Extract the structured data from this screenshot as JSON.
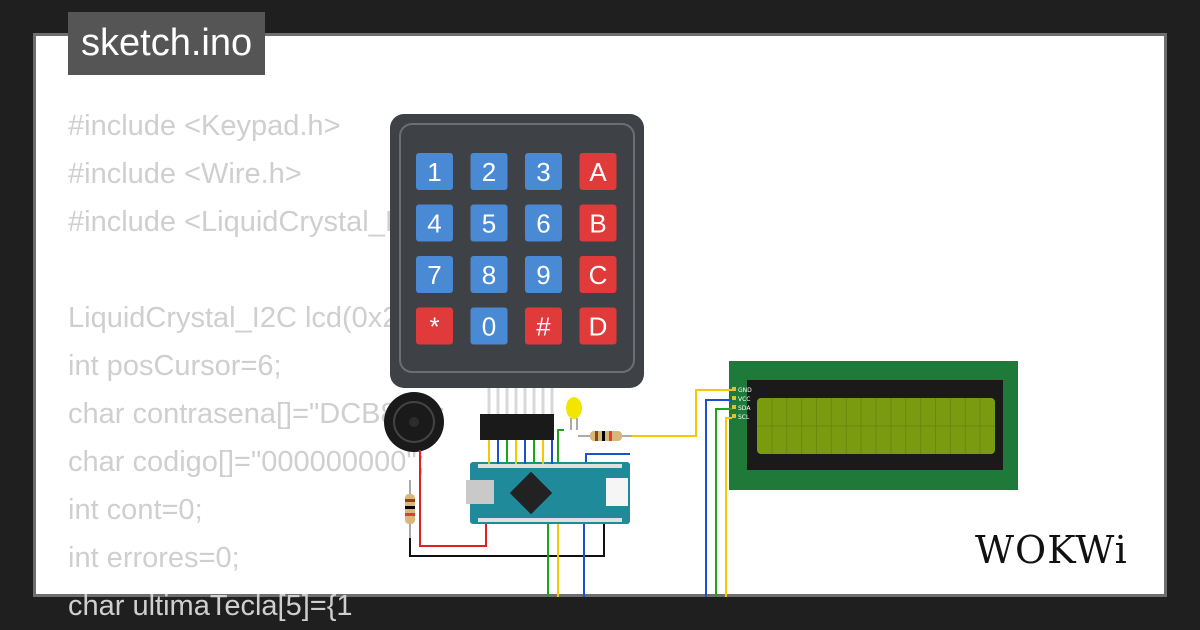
{
  "project": {
    "title": "sketch.ino"
  },
  "code_lines": [
    "#include <Keypad.h>",
    "#include <Wire.h>",
    "#include <LiquidCrystal_I2C.h>",
    "",
    "LiquidCrystal_I2C lcd(0x27,16,2);",
    "int posCursor=6;",
    "char contrasena[]=\"DCB8*A\";",
    "char codigo[]=\"000000000\";",
    "int cont=0;",
    "int errores=0;",
    "char ultimaTecla[5]={1"
  ],
  "keypad": {
    "keys": [
      "1",
      "2",
      "3",
      "A",
      "4",
      "5",
      "6",
      "B",
      "7",
      "8",
      "9",
      "C",
      "*",
      "0",
      "#",
      "D"
    ]
  },
  "lcd_pins": [
    "GND",
    "VCC",
    "SDA",
    "SCL"
  ],
  "colors": {
    "key_blue": "#4a8ad4",
    "key_red": "#e03a3a",
    "keypad_body": "#3e4145",
    "lcd_board": "#1f7a3a",
    "lcd_screen": "#7a9a10",
    "arduino": "#1e8a9a"
  },
  "logo": {
    "text": "WOKWi"
  }
}
